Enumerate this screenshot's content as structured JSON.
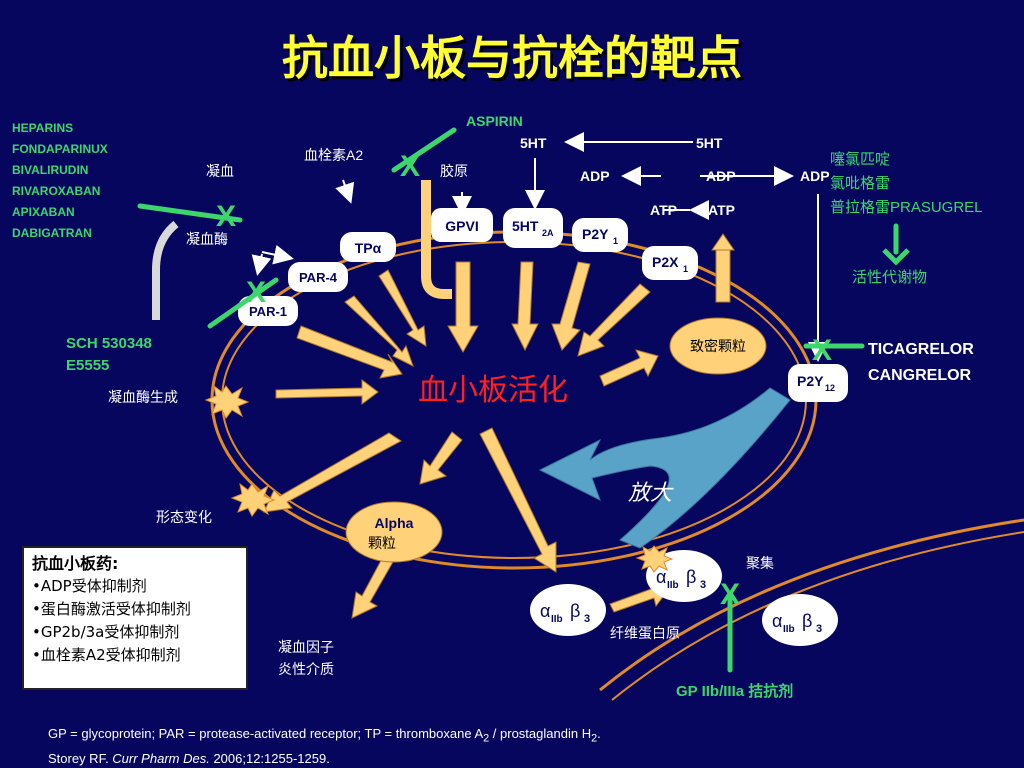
{
  "title": "抗血小板与抗栓的靶点",
  "anticoagulants": [
    "HEPARINS",
    "FONDAPARINUX",
    "BIVALIRUDIN",
    "RIVAROXABAN",
    "APIXABAN",
    "DABIGATRAN"
  ],
  "labels": {
    "aspirin": "ASPIRIN",
    "tx_a2": "血栓素A2",
    "collagen": "胶原",
    "coag": "凝血",
    "thrombin": "凝血酶",
    "ht1": "5HT",
    "ht2": "5HT",
    "adp1": "ADP",
    "adp2": "ADP",
    "adp3": "ADP",
    "atp1": "ATP",
    "atp2": "ATP",
    "sch1": "SCH 530348",
    "sch2": "E5555",
    "thrombin_gen": "凝血酶生成",
    "shape_change": "形态变化",
    "center": "血小板活化",
    "amplify": "放大",
    "dense_granule": "致密颗粒",
    "alpha_1": "Alpha",
    "alpha_2": "颗粒",
    "coag_factor": "凝血因子",
    "inflam": "炎性介质",
    "fibrinogen": "纤维蛋白原",
    "aggregation": "聚集",
    "gp_antagonist": "GP IIb/IIIa 拮抗剂",
    "thieno_1": "噻氯匹啶",
    "thieno_2": "氯吡格雷",
    "thieno_3": "普拉格雷PRASUGREL",
    "active_metab": "活性代谢物",
    "ticag": "TICAGRELOR",
    "cang": "CANGRELOR",
    "x_mark": "X"
  },
  "receptors": {
    "par1": "PAR-1",
    "par4": "PAR-4",
    "tp": "TPα",
    "gpvi": "GPVI",
    "ht2a_main": "5HT",
    "ht2a_sub": "2A",
    "p2y1_main": "P2Y",
    "p2y1_sub": "1",
    "p2x1_main": "P2X",
    "p2x1_sub": "1",
    "p2y12_main": "P2Y",
    "p2y12_sub": "12",
    "gp_a": "α",
    "gp_sub": "IIb",
    "gp_b": "β",
    "gp_3": "3"
  },
  "legend": {
    "title": "抗血小板药:",
    "items": [
      "•ADP受体抑制剂",
      "•蛋白酶激活受体抑制剂",
      "•GP2b/3a受体抑制剂",
      "•血栓素A2受体抑制剂"
    ]
  },
  "footer": {
    "line1": "GP = glycoprotein; PAR = protease-activated receptor; TP = thromboxane A",
    "line1_sub1": "2",
    "line1_mid": " / prostaglandin H",
    "line1_sub2": "2",
    "line1_end": ".",
    "line2_a": "Storey RF. ",
    "line2_b": "Curr Pharm Des.",
    "line2_c": " 2006;12:1255-1259."
  },
  "colors": {
    "background": "#06065e",
    "title": "#ffff33",
    "membrane": "#e08a2a",
    "arrow_fill": "#ffd27a",
    "receptor": "#ffffff",
    "drug_green": "#3dd66b",
    "center_text": "#ff2020",
    "amplify_arrow": "#5aa3c8"
  }
}
